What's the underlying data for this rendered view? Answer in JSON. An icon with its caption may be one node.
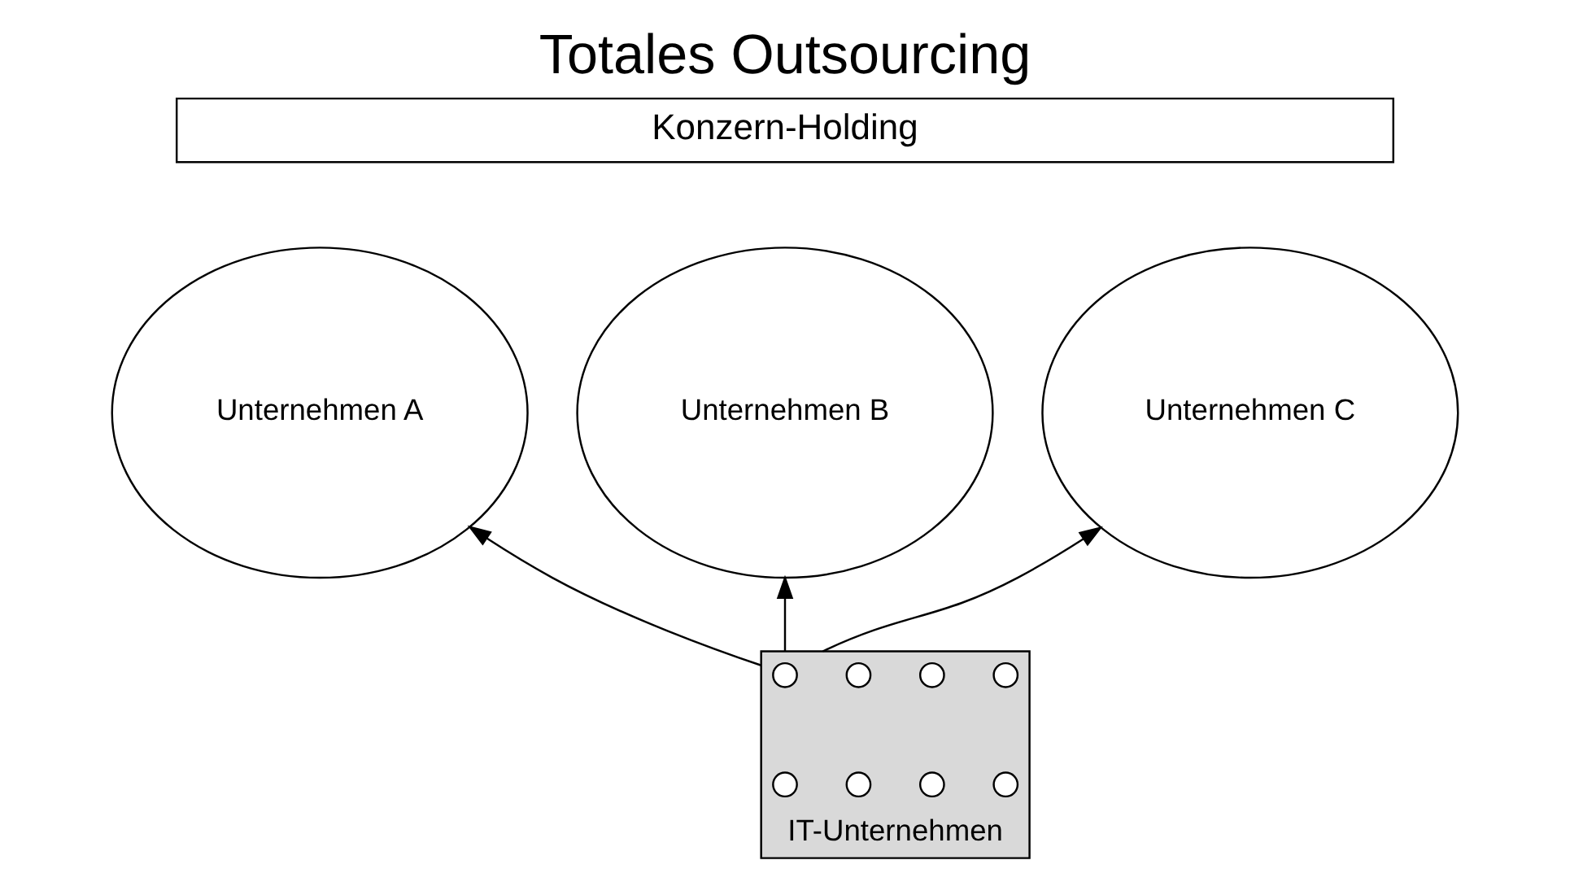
{
  "diagram": {
    "title": "Totales Outsourcing",
    "nodes": [
      {
        "text": [
          "Konzern-Holding"
        ]
      },
      {
        "text": [
          "Unternehmen A"
        ]
      },
      {
        "text": [
          "Unternehmen B"
        ]
      },
      {
        "text": [
          "Unternehmen C"
        ]
      },
      {
        "text": [
          "IT-Unternehmen"
        ]
      },
      {
        "text": [],
        "shape": "circle",
        "in": 4
      },
      {
        "text": [],
        "shape": "circle",
        "in": 4
      },
      {
        "text": [],
        "shape": "circle",
        "in": 4
      },
      {
        "text": [],
        "shape": "circle",
        "in": 4
      },
      {
        "text": [],
        "shape": "circle",
        "in": 4
      },
      {
        "text": [],
        "shape": "circle",
        "in": 4
      },
      {
        "text": [],
        "shape": "circle",
        "in": 4
      },
      {
        "text": [],
        "shape": "circle",
        "in": 4
      }
    ],
    "edges": [
      {
        "from": 4,
        "to": 1,
        "arrow": "to"
      },
      {
        "from": 4,
        "to": 2,
        "arrow": "to"
      },
      {
        "from": 4,
        "to": 3,
        "arrow": "to"
      }
    ]
  }
}
